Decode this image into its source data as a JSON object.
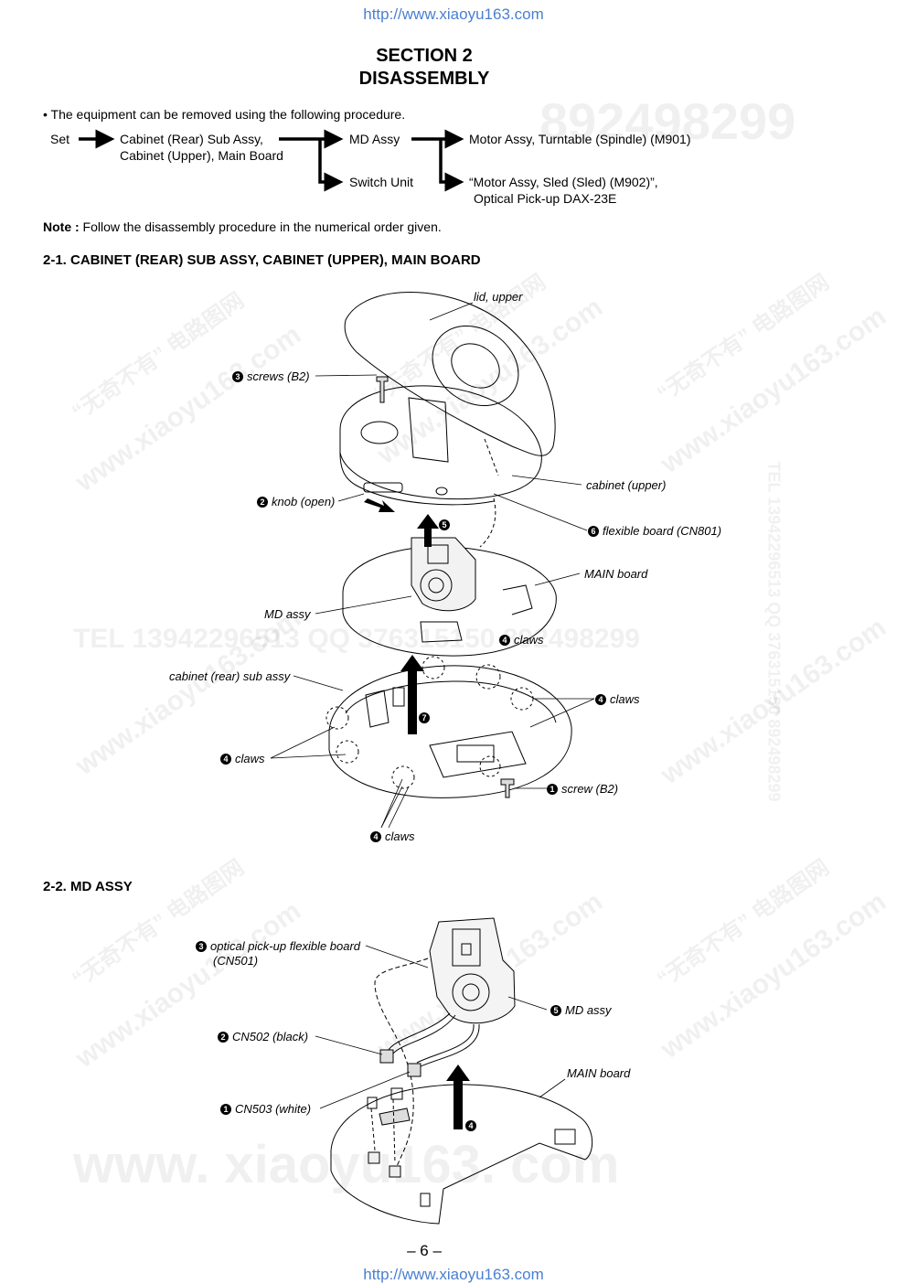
{
  "header_url": "http://www.xiaoyu163.com",
  "footer_url": "http://www.xiaoyu163.com",
  "section": {
    "line1": "SECTION 2",
    "line2": "DISASSEMBLY"
  },
  "intro": "• The equipment can be removed using the following procedure.",
  "flow": {
    "set": "Set",
    "step1_line1": "Cabinet (Rear) Sub Assy,",
    "step1_line2": "Cabinet (Upper), Main Board",
    "md_assy": "MD Assy",
    "switch_unit": "Switch Unit",
    "motor_spindle": "Motor Assy, Turntable (Spindle) (M901)",
    "motor_sled_line1": "“Motor Assy, Sled (Sled) (M902)”,",
    "motor_sled_line2": "Optical Pick-up DAX-23E"
  },
  "note": {
    "label": "Note :",
    "text": " Follow the disassembly procedure in the numerical order given."
  },
  "fig1": {
    "heading": "2-1. CABINET (REAR) SUB ASSY, CABINET (UPPER), MAIN BOARD",
    "labels": {
      "lid_upper": "lid, upper",
      "screws_b2": "screws (B2)",
      "cabinet_upper": "cabinet (upper)",
      "knob_open": "knob (open)",
      "flexible_board": "flexible board (CN801)",
      "main_board": "MAIN board",
      "md_assy": "MD assy",
      "claws_a": "claws",
      "cabinet_rear": "cabinet (rear) sub assy",
      "claws_b": "claws",
      "claws_c": "claws",
      "screw_b2": "screw (B2)",
      "claws_d": "claws"
    },
    "numbers": {
      "n1": "1",
      "n2": "2",
      "n3": "3",
      "n4": "4",
      "n5": "5",
      "n6": "6",
      "n7": "7"
    }
  },
  "fig2": {
    "heading": "2-2. MD ASSY",
    "labels": {
      "optical_line1": "optical pick-up flexible board",
      "optical_line2": "(CN501)",
      "md_assy": "MD assy",
      "cn502": "CN502 (black)",
      "main_board": "MAIN board",
      "cn503": "CN503 (white)"
    },
    "numbers": {
      "n1": "1",
      "n2": "2",
      "n3": "3",
      "n4": "4",
      "n5": "5"
    }
  },
  "page_number": "– 6 –",
  "watermarks": {
    "phone_top": "892498299",
    "phone_mid": "TEL 13942296513  QQ 376315150  892498299",
    "site": "www.xiaoyu163.com",
    "site_bottom": "www. xiaoyu163. com",
    "cn_brand": "“无奇不有” 电路图网",
    "side": "TEL 13942296513  QQ 376315150  892498299"
  }
}
